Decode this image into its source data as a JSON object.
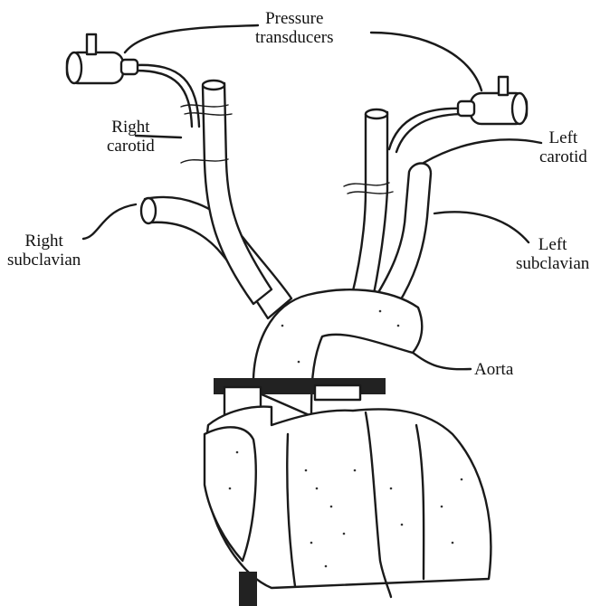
{
  "labels": {
    "pressure_line1": "Pressure",
    "pressure_line2": "transducers",
    "right_carotid_line1": "Right",
    "right_carotid_line2": "carotid",
    "left_carotid_line1": "Left",
    "left_carotid_line2": "carotid",
    "right_subclavian_line1": "Right",
    "right_subclavian_line2": "subclavian",
    "left_subclavian_line1": "Left",
    "left_subclavian_line2": "subclavian",
    "aorta": "Aorta"
  },
  "colors": {
    "ink": "#1a1a1a",
    "shading": "#333333",
    "band": "#222222",
    "background": "#ffffff"
  }
}
